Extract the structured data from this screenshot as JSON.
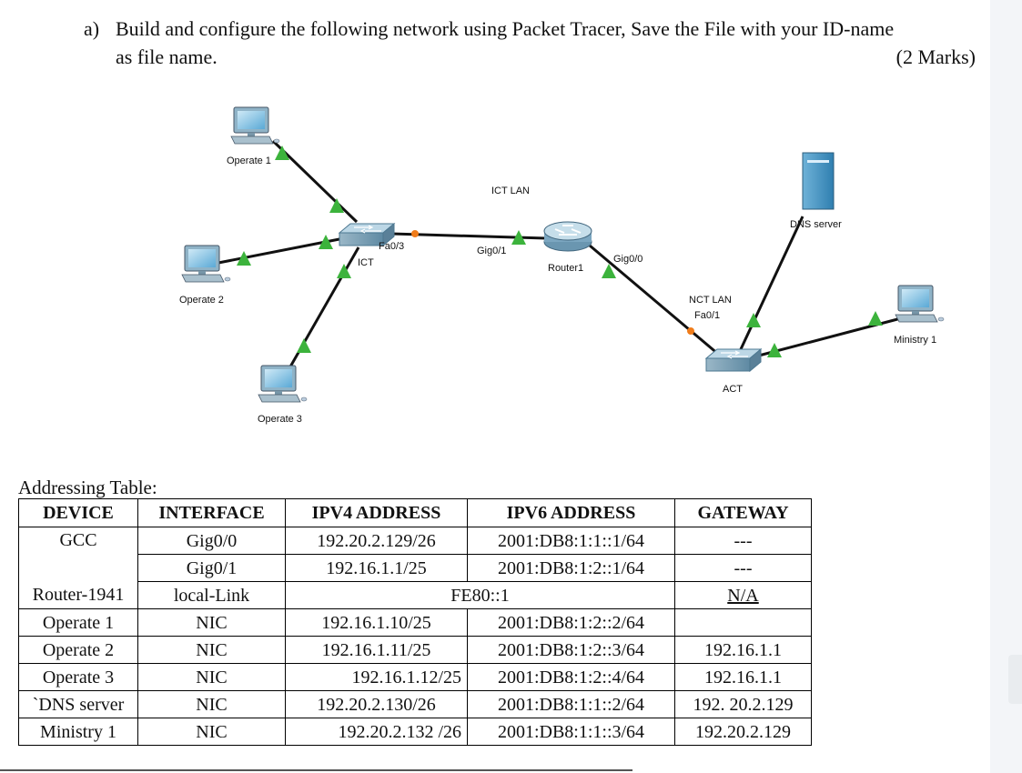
{
  "question": {
    "label": "a)",
    "line1": "Build and configure the following network using Packet Tracer, Save the File with your ID-name",
    "line2": "as file name.",
    "marks": "(2 Marks)"
  },
  "diagram": {
    "nodes": {
      "operate1": "Operate 1",
      "operate2": "Operate 2",
      "operate3": "Operate 3",
      "ict_switch": "ICT",
      "router": "Router1",
      "act_switch": "ACT",
      "dns_server": "DNS server",
      "ministry1": "Ministry 1"
    },
    "labels": {
      "ict_lan": "ICT LAN",
      "nct_lan": "NCT LAN",
      "fa03": "Fa0/3",
      "gig01": "Gig0/1",
      "gig00": "Gig0/0",
      "fa01": "Fa0/1"
    },
    "colors": {
      "link": "#111111",
      "link_up": "#3cb33c",
      "link_down": "#f07c1a",
      "device": "#4a8fb8"
    }
  },
  "table": {
    "caption": "Addressing Table:",
    "headers": [
      "DEVICE",
      "INTERFACE",
      "IPV4 ADDRESS",
      "IPV6 ADDRESS",
      "GATEWAY"
    ],
    "gcc": {
      "device": "GCC",
      "r1": [
        "Gig0/0",
        "192.20.2.129/26",
        "2001:DB8:1:1::1/64",
        "---"
      ],
      "r2": [
        "Gig0/1",
        "192.16.1.1/25",
        "2001:DB8:1:2::1/64",
        "---"
      ]
    },
    "router": {
      "device": "Router-1941",
      "interface": "local-Link",
      "address": "FE80::1",
      "gateway": "N/A"
    },
    "hosts": [
      [
        "Operate 1",
        "NIC",
        "192.16.1.10/25",
        "2001:DB8:1:2::2/64",
        ""
      ],
      [
        "Operate 2",
        "NIC",
        "192.16.1.11/25",
        "2001:DB8:1:2::3/64",
        "192.16.1.1"
      ],
      [
        "Operate 3",
        "NIC",
        "192.16.1.12/25",
        "2001:DB8:1:2::4/64",
        "192.16.1.1"
      ],
      [
        "`DNS server",
        "NIC",
        "192.20.2.130/26",
        "2001:DB8:1:1::2/64",
        "192. 20.2.129"
      ],
      [
        "Ministry 1",
        "NIC",
        "192.20.2.132 /26",
        "2001:DB8:1:1::3/64",
        "192.20.2.129"
      ]
    ]
  }
}
